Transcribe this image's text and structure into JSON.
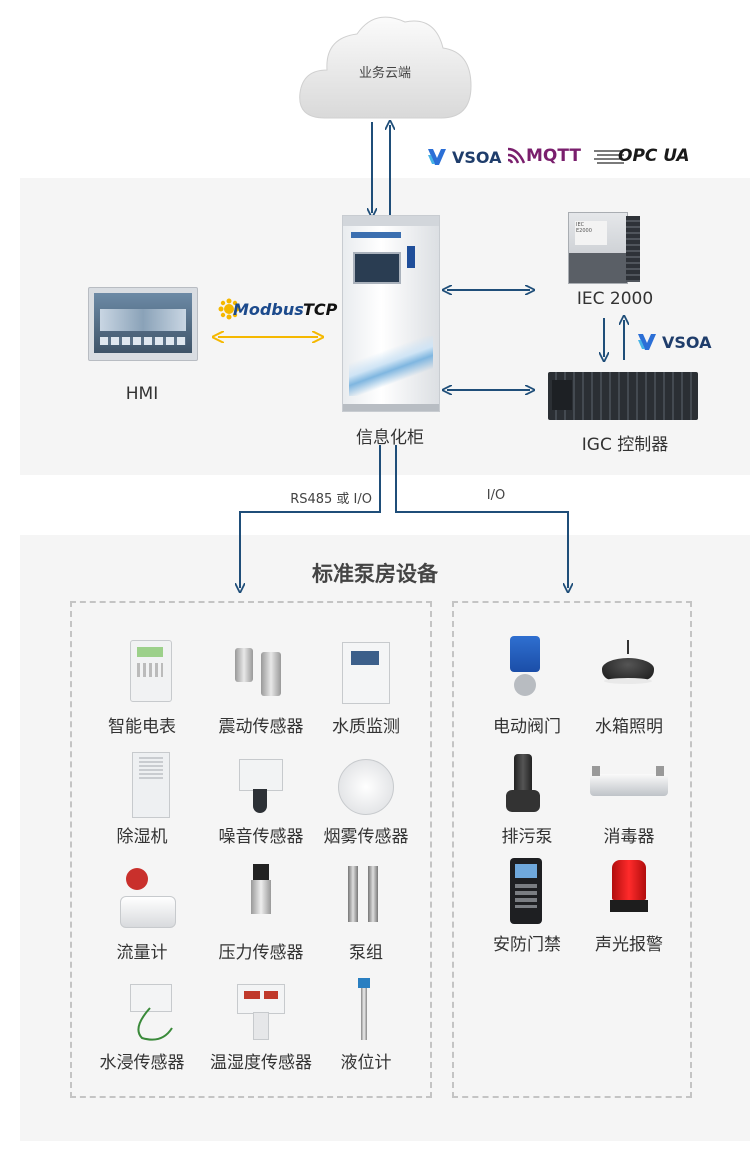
{
  "cloud": {
    "label": "业务云端"
  },
  "protocols": {
    "vsoa_top": "VSOA",
    "mqtt": "MQTT",
    "opcua": "OPC UA",
    "modbus": "Modbus",
    "modbus_tcp": "TCP",
    "vsoa_side": "VSOA"
  },
  "nodes": {
    "hmi": "HMI",
    "cabinet": "信息化柜",
    "iec": "IEC 2000",
    "igc": "IGC 控制器"
  },
  "links": {
    "left": "RS485 或 I/O",
    "right": "I/O"
  },
  "section_title": "标准泵房设备",
  "left_devices": [
    "智能电表",
    "震动传感器",
    "水质监测",
    "除湿机",
    "噪音传感器",
    "烟雾传感器",
    "流量计",
    "压力传感器",
    "泵组",
    "水浸传感器",
    "温湿度传感器",
    "液位计"
  ],
  "right_devices": [
    "电动阀门",
    "水箱照明",
    "排污泵",
    "消毒器",
    "安防门禁",
    "声光报警"
  ],
  "colors": {
    "arrow_blue": "#1f4e79",
    "arrow_yellow": "#f5b800",
    "mqtt_purple": "#7a1f6d",
    "vsoa_blue": "#2b6fd6"
  }
}
